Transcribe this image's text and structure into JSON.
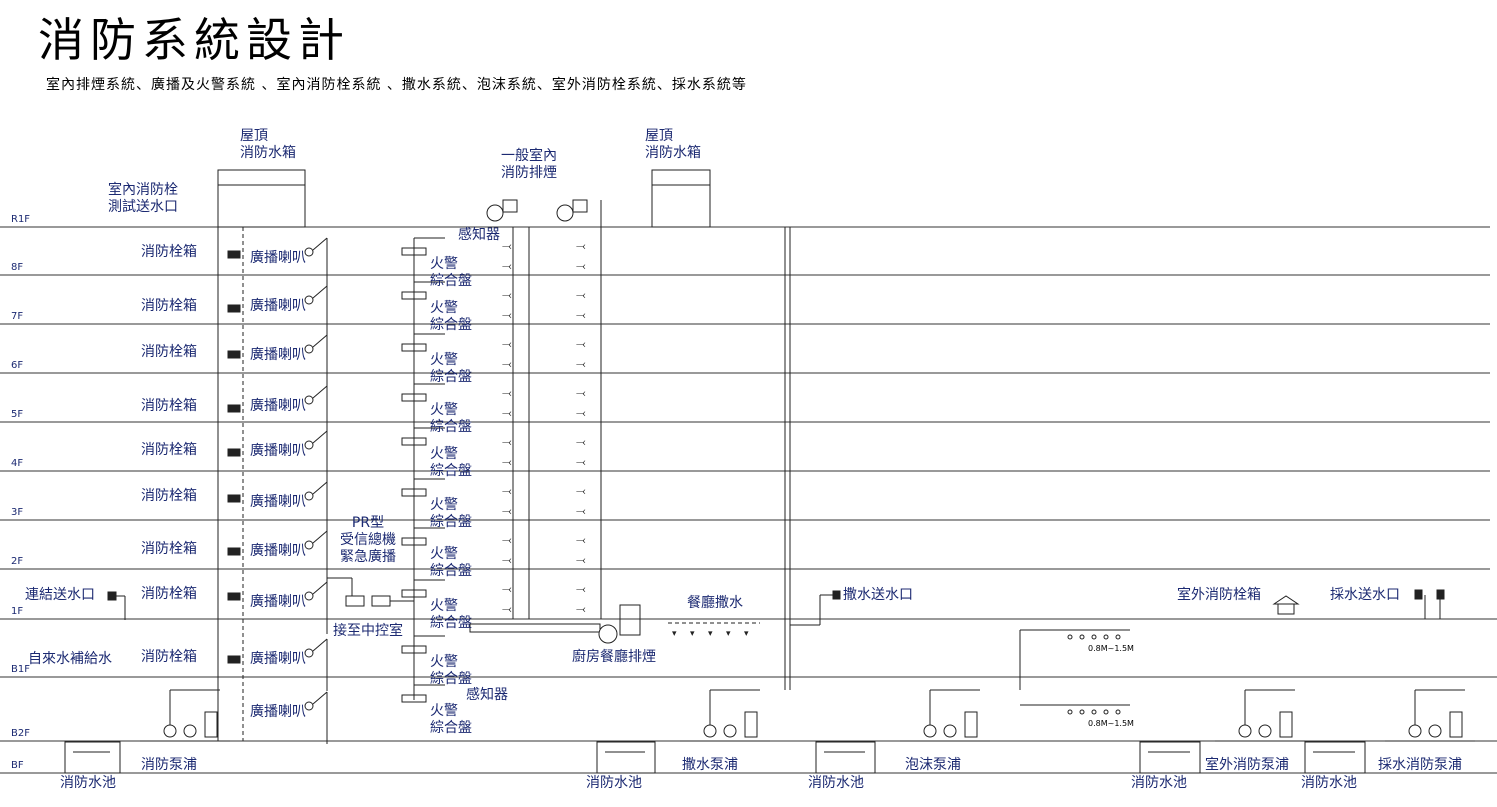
{
  "title": "消防系統設計",
  "subtitle": "室內排煙系統、廣播及火警系統 、室內消防栓系統 、撒水系統、泡沫系統、室外消防栓系統、採水系統等",
  "floors": [
    "R1F",
    "8F",
    "7F",
    "6F",
    "5F",
    "4F",
    "3F",
    "2F",
    "1F",
    "B1F",
    "B2F",
    "BF"
  ],
  "labels": {
    "roof_tank": [
      "屋頂",
      "消防水箱"
    ],
    "smoke_exhaust": [
      "一般室內",
      "消防排煙"
    ],
    "test_outlet": [
      "室內消防栓",
      "測試送水口"
    ],
    "hydrant_box": "消防栓箱",
    "speaker": "廣播喇叭",
    "alarm": [
      "火警",
      "綜合盤"
    ],
    "detector": "感知器",
    "receiver": [
      "PR型",
      "受信總機",
      "緊急廣播"
    ],
    "control_room": "接至中控室",
    "siamese": "連結送水口",
    "tap_water": "自來水補給水",
    "restaurant_sprinkler": "餐廳撒水",
    "kitchen_exhaust": "廚房餐廳排煙",
    "sprinkler_inlet": "撒水送水口",
    "outdoor_hydrant_box": "室外消防栓箱",
    "intake_inlet": "採水送水口",
    "pool": "消防水池",
    "fire_pump": "消防泵浦",
    "sprinkler_pump": "撒水泵浦",
    "foam_pump": "泡沫泵浦",
    "outdoor_pump": "室外消防泵浦",
    "intake_pump": "採水消防泵浦",
    "height_range": "0.8M~1.5M"
  }
}
